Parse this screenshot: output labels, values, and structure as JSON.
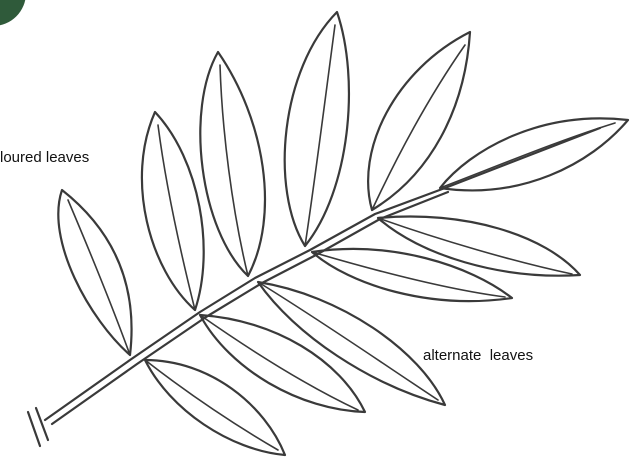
{
  "labels": {
    "coloured_leaves": "loured leaves",
    "alternate_leaves": "alternate  leaves"
  },
  "colors": {
    "line": "#3a3a3a",
    "corner_blob": "#2f5a3a",
    "background": "#ffffff"
  },
  "icons": [
    "compound-leaf-illustration"
  ]
}
